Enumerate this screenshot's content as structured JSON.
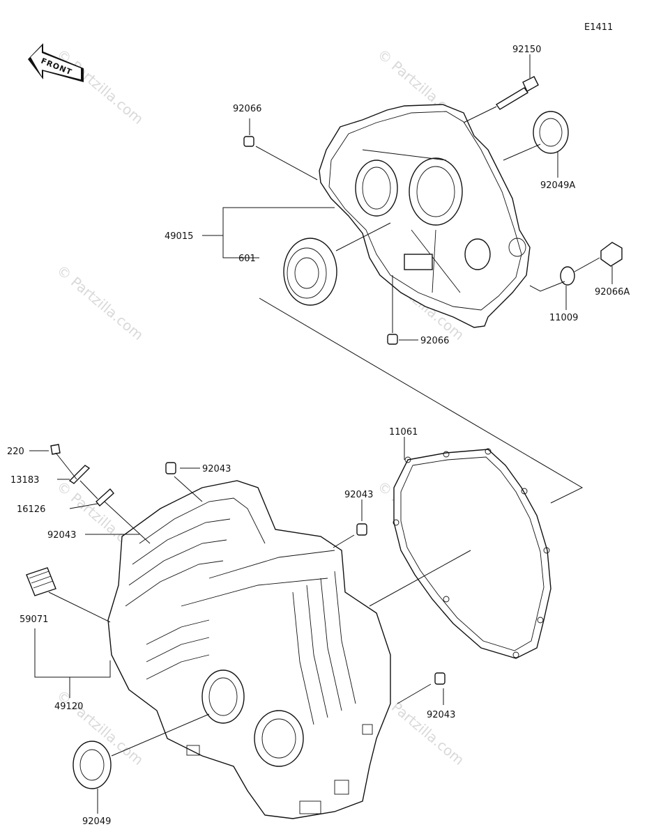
{
  "diagram_code": "E1411",
  "front_arrow_text": "FRONT",
  "watermark": "© Partzilla.com",
  "parts": {
    "p92150": "92150",
    "p92066_top": "92066",
    "p92049A": "92049A",
    "p49015": "49015",
    "p601": "601",
    "p92066A": "92066A",
    "p11009": "11009",
    "p92066_bottom": "92066",
    "p11061": "11061",
    "p220": "220",
    "p13183": "13183",
    "p92043_a": "92043",
    "p16126": "16126",
    "p92043_b": "92043",
    "p92043_c": "92043",
    "p59071": "59071",
    "p49120": "49120",
    "p92043_d": "92043",
    "p92049": "92049"
  }
}
